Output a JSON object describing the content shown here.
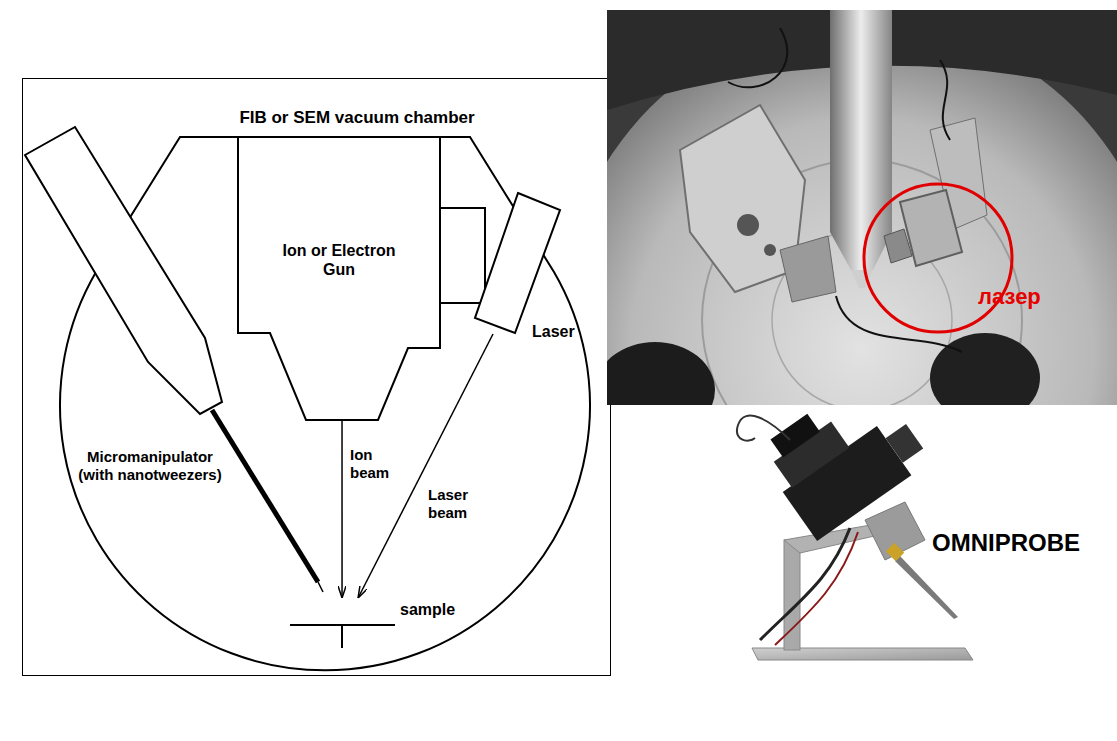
{
  "diagram": {
    "nodes": [
      {
        "text": [
          "FIB or SEM vacuum chamber"
        ]
      },
      {
        "text": [
          "Ion or Electron Gun"
        ],
        "in": 0
      },
      {
        "text": [
          "Micromanipulator (with nanotweezers)"
        ],
        "in": 0
      },
      {
        "text": [
          "Laser"
        ],
        "in": 0
      },
      {
        "text": [
          "sample"
        ],
        "in": 0
      }
    ],
    "edges": [
      {
        "from": 1,
        "to": 4,
        "label": "Ion beam",
        "arrow": "to"
      },
      {
        "from": 3,
        "to": 4,
        "label": "Laser beam",
        "arrow": "to"
      }
    ],
    "labels": [
      "лазер",
      "OMNIPROBE"
    ]
  }
}
